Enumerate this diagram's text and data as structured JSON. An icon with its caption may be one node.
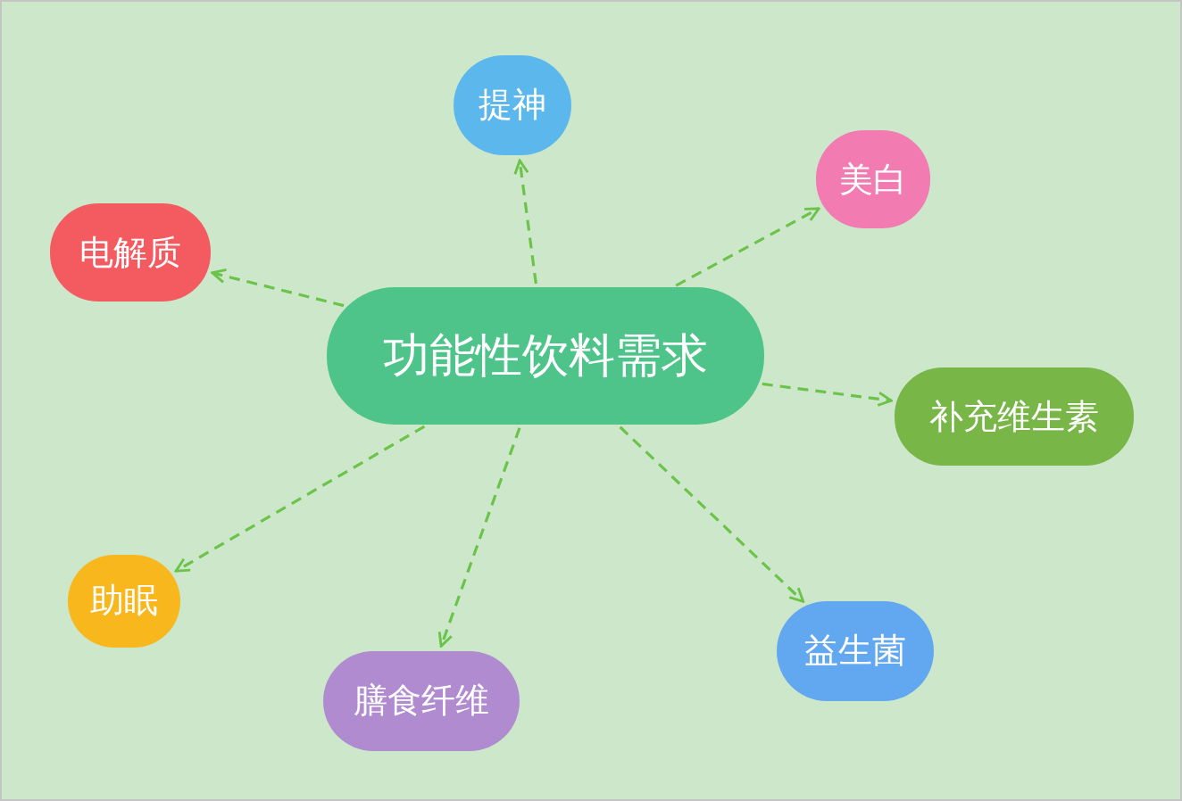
{
  "diagram": {
    "nodes": [
      {
        "text": [
          "功能性饮料需求"
        ]
      },
      {
        "text": [
          "提神"
        ]
      },
      {
        "text": [
          "美白"
        ]
      },
      {
        "text": [
          "电解质"
        ]
      },
      {
        "text": [
          "补充维生素"
        ]
      },
      {
        "text": [
          "助眠"
        ]
      },
      {
        "text": [
          "益生菌"
        ]
      },
      {
        "text": [
          "膳食纤维"
        ]
      }
    ],
    "edges": [
      {
        "from": 0,
        "to": 1,
        "arrow": "to",
        "style": "dashed"
      },
      {
        "from": 0,
        "to": 2,
        "arrow": "to",
        "style": "dashed"
      },
      {
        "from": 0,
        "to": 3,
        "arrow": "to",
        "style": "dashed"
      },
      {
        "from": 0,
        "to": 4,
        "arrow": "to",
        "style": "dashed"
      },
      {
        "from": 0,
        "to": 5,
        "arrow": "to",
        "style": "dashed"
      },
      {
        "from": 0,
        "to": 6,
        "arrow": "to",
        "style": "dashed"
      },
      {
        "from": 0,
        "to": 7,
        "arrow": "to",
        "style": "dashed"
      }
    ]
  }
}
